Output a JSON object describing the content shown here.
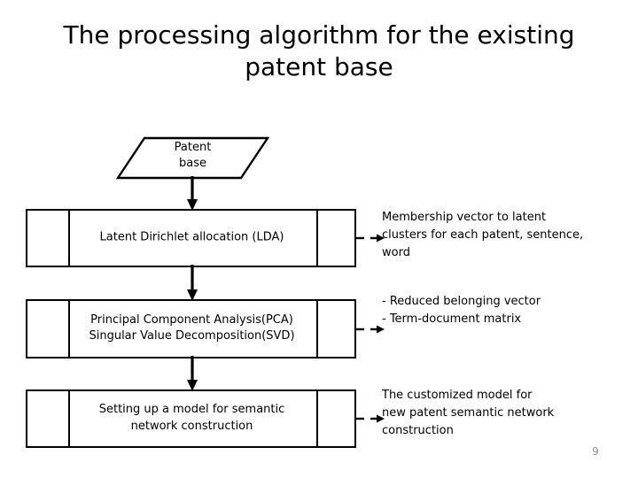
{
  "slide": {
    "title": "The processing algorithm for the existing patent base",
    "page_number": "9",
    "page_number_color": "#8e8e8e",
    "background_color": "#ffffff",
    "line_color": "#000000"
  },
  "flow": {
    "start_shape": {
      "shape": "parallelogram-data",
      "label": "Patent\nbase",
      "line1": "Patent",
      "line2": "base"
    },
    "steps": [
      {
        "id": "lda",
        "shape": "predefined-process",
        "label": "Latent Dirichlet allocation (LDA)",
        "line1": "Latent Dirichlet allocation (LDA)",
        "line2": "",
        "note": "Membership vector to latent clusters for each patent, sentence, word",
        "note_line1": "Membership vector to latent",
        "note_line2": "clusters for each patent, sentence,",
        "note_line3": "word"
      },
      {
        "id": "pca-svd",
        "shape": "predefined-process",
        "label": "Principal Component Analysis(PCA) Singular Value Decomposition(SVD)",
        "line1": "Principal Component Analysis(PCA)",
        "line2": "Singular Value Decomposition(SVD)",
        "note": "- Reduced belonging vector - Term-document matrix",
        "note_line1": "- Reduced belonging vector",
        "note_line2": "- Term-document matrix",
        "note_line3": ""
      },
      {
        "id": "semantic-model",
        "shape": "predefined-process",
        "label": "Setting up a model for semantic network construction",
        "line1": "Setting up a model for semantic",
        "line2": "network construction",
        "note": "The customized model for new patent semantic network construction",
        "note_line1": "The customized model for",
        "note_line2": "new patent semantic network",
        "note_line3": "construction"
      }
    ],
    "connectors": {
      "vertical_style": "solid-arrow-down",
      "side_style": "dashed-arrow-right"
    }
  }
}
